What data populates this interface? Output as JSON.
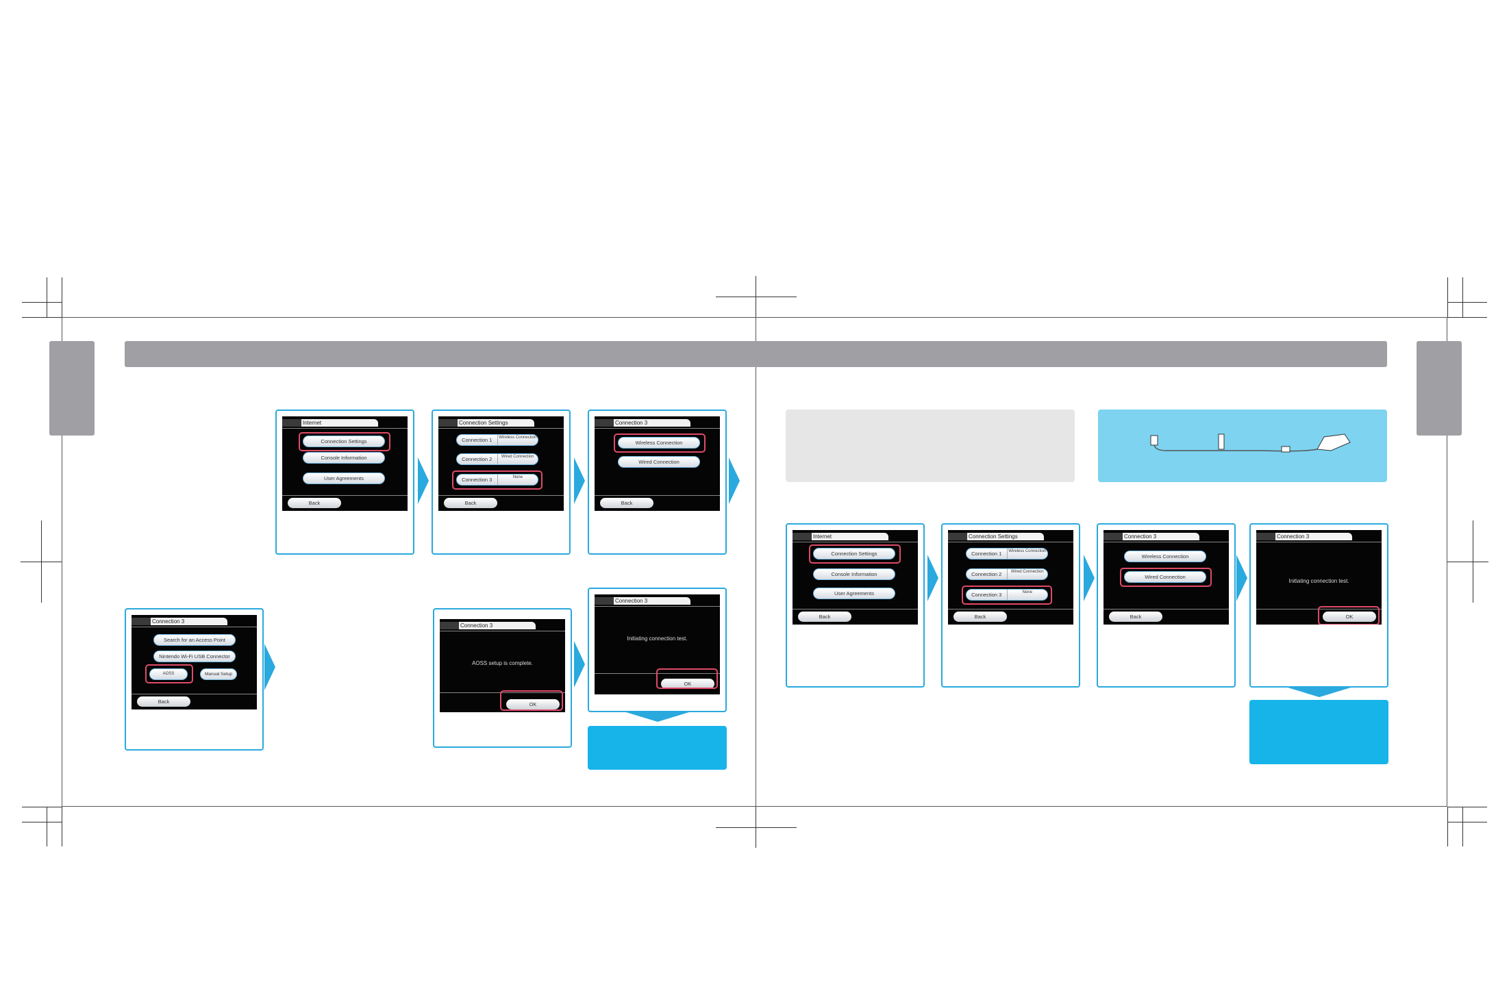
{
  "left_steps": {
    "card1": {
      "title": "Internet",
      "buttons": [
        "Connection Settings",
        "Console Information",
        "User Agreements"
      ],
      "back": "Back"
    },
    "card2": {
      "title": "Connection Settings",
      "rows": [
        {
          "label": "Connection 1",
          "value": "Wireless Connection"
        },
        {
          "label": "Connection 2",
          "value": "Wired Connection"
        },
        {
          "label": "Connection 3",
          "value": "None"
        }
      ],
      "back": "Back"
    },
    "card3": {
      "title": "Connection 3",
      "buttons": [
        "Wireless Connection",
        "Wired Connection"
      ],
      "back": "Back"
    },
    "card4": {
      "title": "Connection 3",
      "buttons": [
        "Search for an Access Point",
        "Nintendo Wi-Fi USB Connector",
        "Manual Setup"
      ],
      "aoss_label": "AOSS",
      "back": "Back"
    },
    "card5": {
      "title": "Connection 3",
      "message": "AOSS setup is complete.",
      "ok": "OK"
    },
    "card6": {
      "title": "Connection 3",
      "message": "Initiating connection test.",
      "ok": "OK"
    }
  },
  "right_steps": {
    "card1": {
      "title": "Internet",
      "buttons": [
        "Connection Settings",
        "Console Information",
        "User Agreements"
      ],
      "back": "Back"
    },
    "card2": {
      "title": "Connection Settings",
      "rows": [
        {
          "label": "Connection 1",
          "value": "Wireless Connection"
        },
        {
          "label": "Connection 2",
          "value": "Wired Connection"
        },
        {
          "label": "Connection 3",
          "value": "None"
        }
      ],
      "back": "Back"
    },
    "card3": {
      "title": "Connection 3",
      "buttons": [
        "Wireless Connection",
        "Wired Connection"
      ],
      "back": "Back"
    },
    "card4": {
      "title": "Connection 3",
      "message": "Initiating connection test.",
      "ok": "OK"
    }
  },
  "colors": {
    "header": "#a0a0a4",
    "accent_blue": "#29a9de",
    "cyan_box": "#17b4e9",
    "light_blue": "#7dd3f0",
    "highlight": "#e04a6a"
  },
  "icons": [
    "arrow-right-icon",
    "arrow-down-icon",
    "modem-icon",
    "console-icon",
    "lan-adapter-icon"
  ]
}
